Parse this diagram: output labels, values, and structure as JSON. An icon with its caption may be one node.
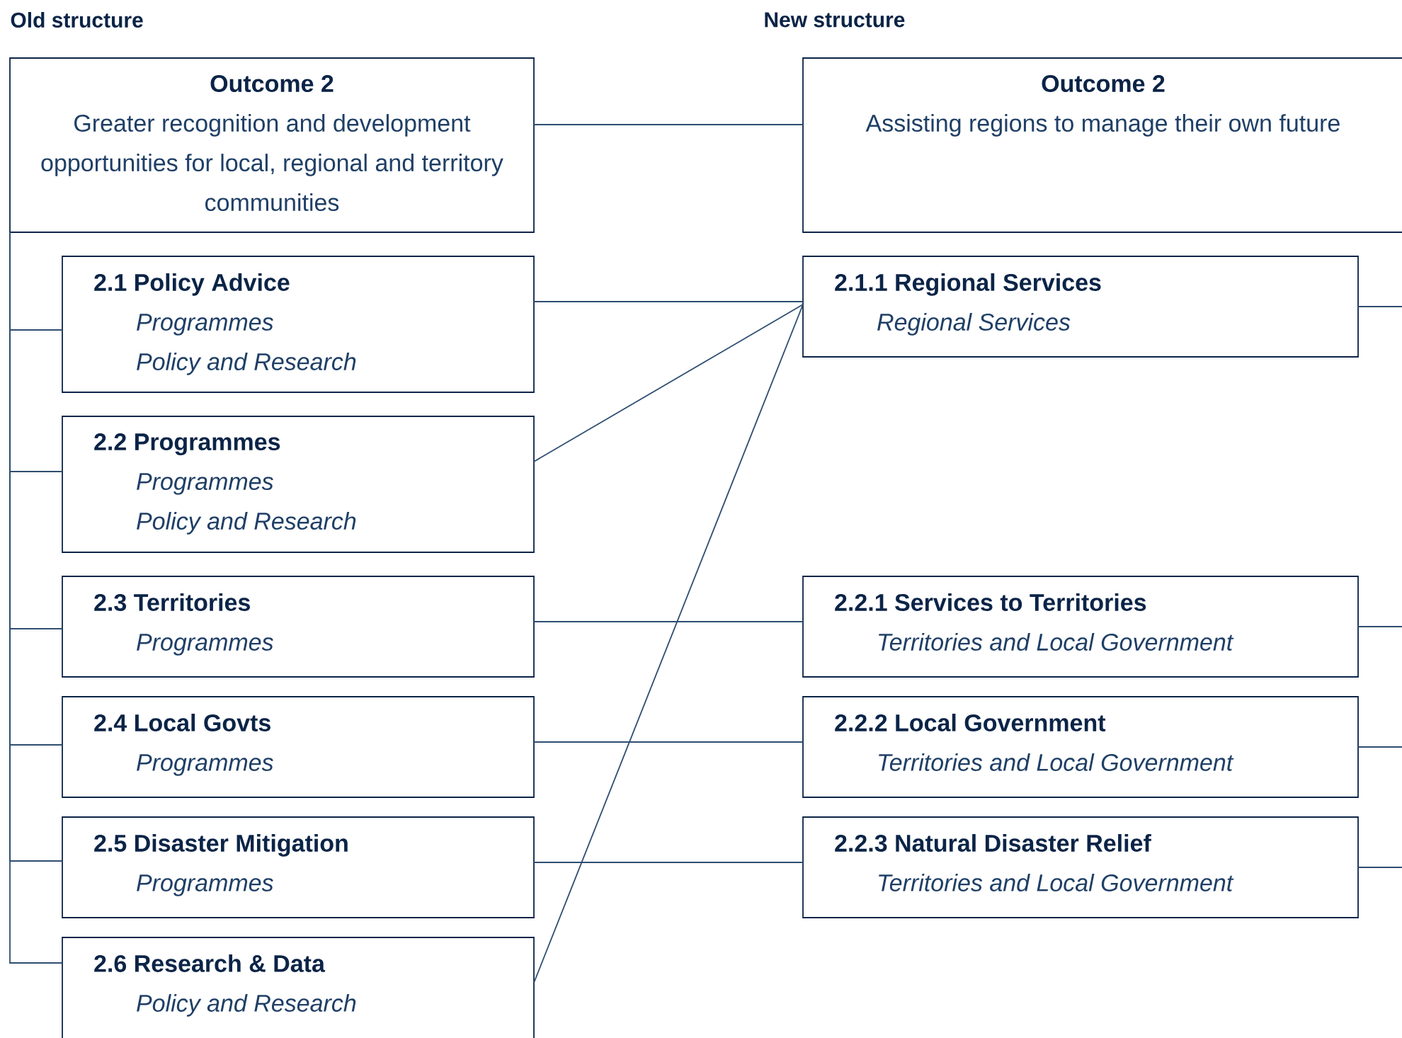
{
  "diagram": {
    "nodes": [
      {
        "text": [
          "Outcome 2",
          "Greater recognition and development opportunities for local, regional and territory communities"
        ]
      },
      {
        "text": [
          "2.1 Policy Advice",
          "Programmes",
          "Policy and Research"
        ]
      },
      {
        "text": [
          "2.2 Programmes",
          "Programmes",
          "Policy and Research"
        ]
      },
      {
        "text": [
          "2.3 Territories",
          "Programmes"
        ]
      },
      {
        "text": [
          "2.4 Local Govts",
          "Programmes"
        ]
      },
      {
        "text": [
          "2.5 Disaster Mitigation",
          "Programmes"
        ]
      },
      {
        "text": [
          "2.6 Research & Data",
          "Policy and Research"
        ]
      },
      {
        "text": [
          "Outcome 2",
          "Assisting regions to manage their own future"
        ]
      },
      {
        "text": [
          "2.1.1 Regional Services",
          "Regional Services"
        ]
      },
      {
        "text": [
          "2.2.1 Services to Territories",
          "Territories and Local Government"
        ]
      },
      {
        "text": [
          "2.2.2 Local Government",
          "Territories and Local Government"
        ]
      },
      {
        "text": [
          "2.2.3 Natural Disaster Relief",
          "Territories and Local Government"
        ]
      }
    ],
    "edges": [
      {
        "from": 0,
        "to": 1,
        "arrow": "none"
      },
      {
        "from": 0,
        "to": 2,
        "arrow": "none"
      },
      {
        "from": 0,
        "to": 3,
        "arrow": "none"
      },
      {
        "from": 0,
        "to": 4,
        "arrow": "none"
      },
      {
        "from": 0,
        "to": 5,
        "arrow": "none"
      },
      {
        "from": 0,
        "to": 6,
        "arrow": "none"
      },
      {
        "from": 0,
        "to": 7,
        "arrow": "none"
      },
      {
        "from": 1,
        "to": 8,
        "arrow": "none"
      },
      {
        "from": 2,
        "to": 8,
        "arrow": "none"
      },
      {
        "from": 6,
        "to": 8,
        "arrow": "none"
      },
      {
        "from": 3,
        "to": 9,
        "arrow": "none"
      },
      {
        "from": 4,
        "to": 10,
        "arrow": "none"
      },
      {
        "from": 5,
        "to": 11,
        "arrow": "none"
      },
      {
        "from": 8,
        "to": null,
        "arrow": "none"
      },
      {
        "from": 9,
        "to": null,
        "arrow": "none"
      },
      {
        "from": 10,
        "to": null,
        "arrow": "none"
      },
      {
        "from": 11,
        "to": null,
        "arrow": "none"
      }
    ],
    "labels": [
      "Old structure",
      "New structure"
    ]
  }
}
